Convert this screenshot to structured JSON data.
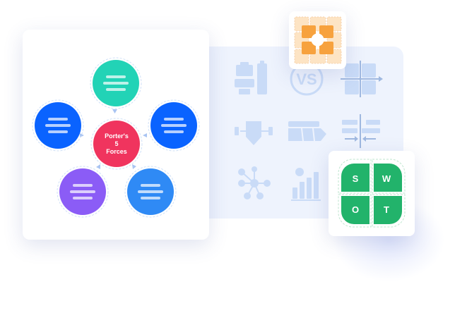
{
  "porter_diagram": {
    "center_lines": [
      "Porter's",
      "5",
      "Forces"
    ],
    "colors": {
      "center": "#f0345e",
      "top": "#22d3b6",
      "right": "#0a63ff",
      "left": "#0a63ff",
      "bottom_left": "#8b5cf6",
      "bottom_right": "#2f8af5",
      "connector": "#a9c4f2"
    }
  },
  "swot": {
    "letters": [
      "S",
      "W",
      "O",
      "T"
    ],
    "color": "#22b36b"
  },
  "matrix": {
    "color": "#f7a23e",
    "light": "#fde4c4"
  },
  "templates": {
    "icon_color": "#c9dbf7",
    "items": [
      {
        "icon": "battery-compare-icon"
      },
      {
        "icon": "vs-icon",
        "label": "VS"
      },
      {
        "icon": "quadrant-axis-icon"
      },
      {
        "icon": "flow-arrow-icon"
      },
      {
        "icon": "chevron-process-icon"
      },
      {
        "icon": "fishbone-icon"
      },
      {
        "icon": "network-nodes-icon"
      },
      {
        "icon": "bar-growth-icon"
      }
    ]
  }
}
